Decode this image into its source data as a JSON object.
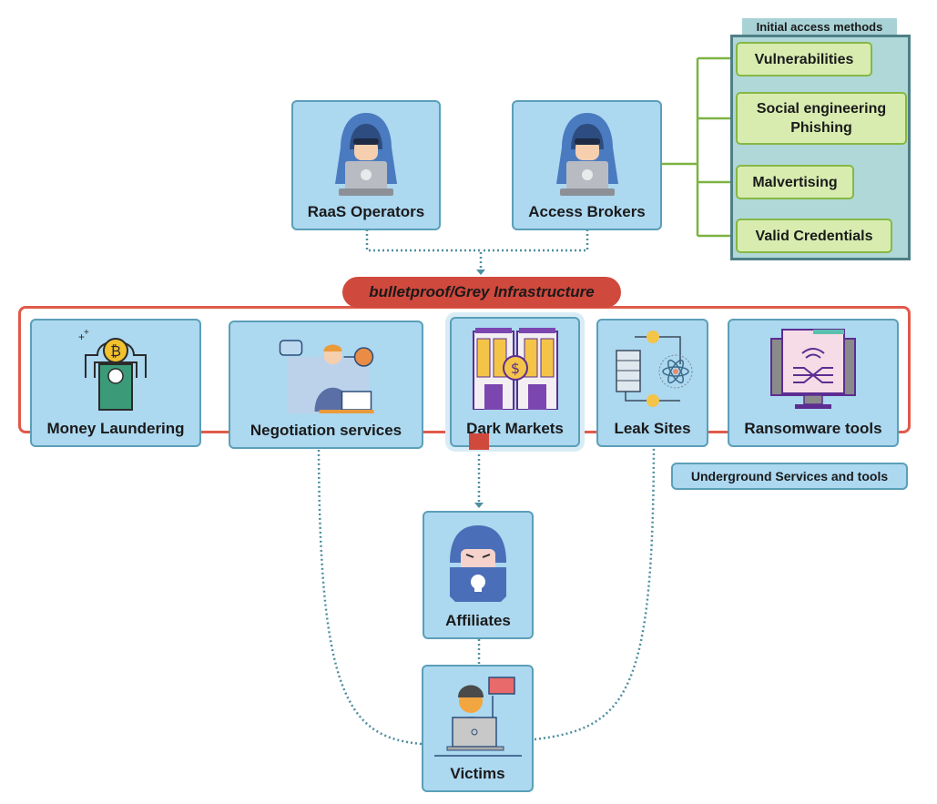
{
  "initial_access": {
    "title": "Initial access methods",
    "methods": [
      "Vulnerabilities",
      "Social engineering Phishing",
      "Malvertising",
      "Valid Credentials"
    ]
  },
  "actors": {
    "raas_operators": "RaaS Operators",
    "access_brokers": "Access Brokers",
    "affiliates": "Affiliates",
    "victims": "Victims"
  },
  "infrastructure": {
    "label": "bulletproof/Grey Infrastructure"
  },
  "services": {
    "group_label": "Underground Services and tools",
    "items": [
      "Money Laundering",
      "Negotiation services",
      "Dark Markets",
      "Leak Sites",
      "Ransomware tools"
    ]
  },
  "colors": {
    "node_fill": "#acd8f0",
    "node_border": "#5b9fb8",
    "infrastructure_red": "#d0493d",
    "method_fill": "#d8ecb0",
    "method_border": "#86b844",
    "access_panel": "#b0d8d8"
  }
}
